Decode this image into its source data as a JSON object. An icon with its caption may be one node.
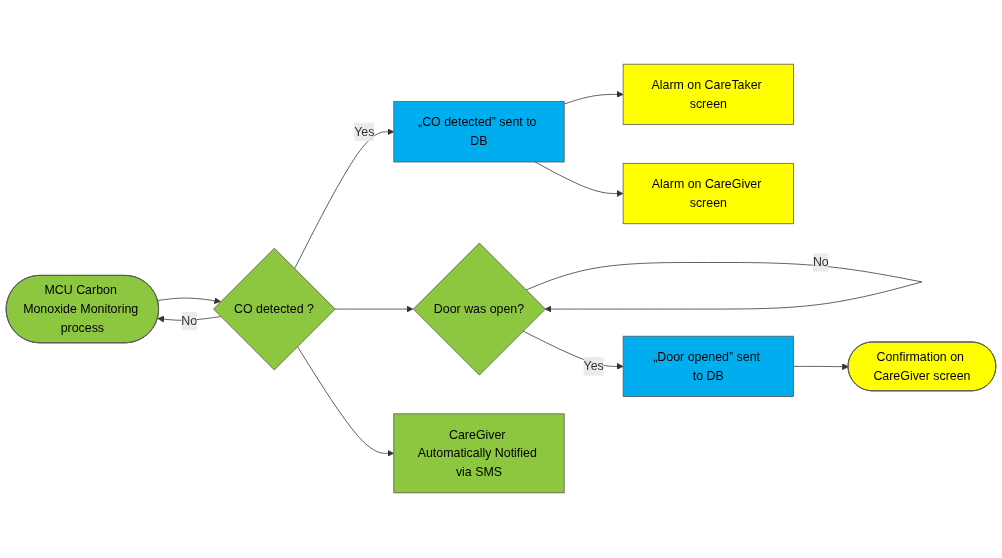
{
  "diagram": {
    "nodes": [
      {
        "text": [
          "MCU Carbon Monoxide Monitoring process"
        ]
      },
      {
        "text": [
          "CO detected ?"
        ]
      },
      {
        "text": [
          "„CO detected” sent to DB"
        ]
      },
      {
        "text": [
          "Alarm on CareTaker screen"
        ]
      },
      {
        "text": [
          "Alarm on CareGiver screen"
        ]
      },
      {
        "text": [
          "Door was open?"
        ]
      },
      {
        "text": [
          "„Door opened” sent to DB"
        ]
      },
      {
        "text": [
          "Confirmation on CareGiver screen"
        ]
      },
      {
        "text": [
          "CareGiver Automatically Notified via SMS"
        ]
      }
    ],
    "edges": [
      {
        "from": 0,
        "to": 1,
        "arrow": "to"
      },
      {
        "from": 1,
        "to": 0,
        "arrow": "to",
        "label": "No"
      },
      {
        "from": 1,
        "to": 2,
        "arrow": "to",
        "label": "Yes"
      },
      {
        "from": 1,
        "to": 5,
        "arrow": "to"
      },
      {
        "from": 1,
        "to": 8,
        "arrow": "to"
      },
      {
        "from": 5,
        "to": 5,
        "arrow": "to",
        "label": "No"
      },
      {
        "from": 5,
        "to": 6,
        "arrow": "to",
        "label": "Yes"
      },
      {
        "from": 2,
        "to": 3,
        "arrow": "to"
      },
      {
        "from": 2,
        "to": 4,
        "arrow": "to"
      },
      {
        "from": 6,
        "to": 7,
        "arrow": "to"
      }
    ]
  }
}
